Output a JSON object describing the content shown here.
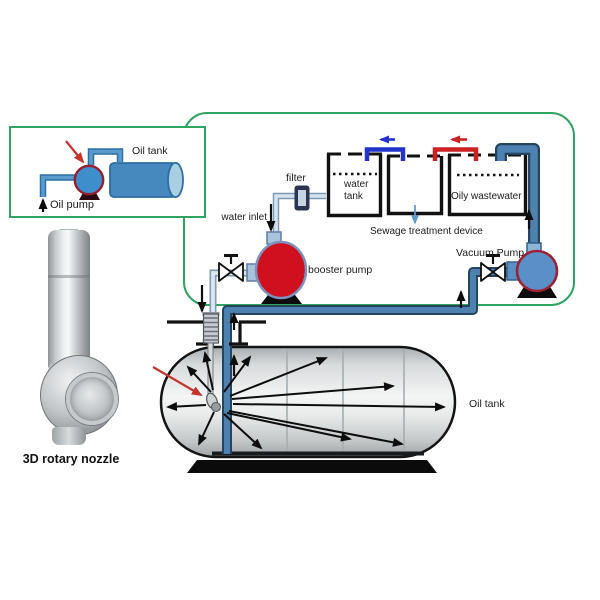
{
  "labels": {
    "inset_oil_tank": "Oil tank",
    "inset_oil_pump": "Oil pump",
    "photo_caption": "3D rotary nozzle",
    "filter": "filter",
    "water_inlet": "water inlet",
    "water_tank": "water tank",
    "oily_wastewater": "Oily wastewater",
    "sewage_device": "Sewage treatment device",
    "booster_pump": "booster pump",
    "vacuum_pump": "Vacuum Pump",
    "oil_tank": "Oil tank"
  },
  "colors": {
    "border_green": "#2fa35f",
    "pipe_fill": "#4d82b0",
    "pipe_outline": "#24445f",
    "light_pipe_fill": "#d6e2ec",
    "light_pipe_outline": "#7e99b4",
    "booster_pump_red": "#d0101e",
    "pump_blue": "#5a8fc8",
    "pump_rim_red": "#9e2033",
    "transfer_blue": "#2233cc",
    "transfer_red": "#cc2222",
    "pointer_red": "#c3342c"
  }
}
